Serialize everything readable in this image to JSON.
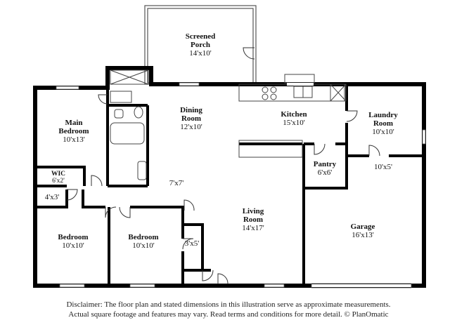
{
  "rooms": [
    {
      "id": "screened-porch",
      "name_lines": [
        "Screened",
        "Porch"
      ],
      "dims": "14'x10'"
    },
    {
      "id": "main-bedroom",
      "name_lines": [
        "Main",
        "Bedroom"
      ],
      "dims": "10'x13'"
    },
    {
      "id": "dining-room",
      "name_lines": [
        "Dining",
        "Room"
      ],
      "dims": "12'x10'"
    },
    {
      "id": "kitchen",
      "name_lines": [
        "Kitchen"
      ],
      "dims": "15'x10'"
    },
    {
      "id": "laundry-room",
      "name_lines": [
        "Laundry",
        "Room"
      ],
      "dims": "10'x10'"
    },
    {
      "id": "wic",
      "name_lines": [
        "WIC"
      ],
      "dims": "6'x2'"
    },
    {
      "id": "pantry",
      "name_lines": [
        "Pantry"
      ],
      "dims": "6'x6'"
    },
    {
      "id": "hall",
      "name_lines": [],
      "dims": "7'x7'"
    },
    {
      "id": "laundry-hall",
      "name_lines": [],
      "dims": "10'x5'"
    },
    {
      "id": "linen-closet",
      "name_lines": [],
      "dims": "4'x3'"
    },
    {
      "id": "living-room",
      "name_lines": [
        "Living",
        "Room"
      ],
      "dims": "14'x17'"
    },
    {
      "id": "garage",
      "name_lines": [
        "Garage"
      ],
      "dims": "16'x13'"
    },
    {
      "id": "bedroom-2",
      "name_lines": [
        "Bedroom"
      ],
      "dims": "10'x10'"
    },
    {
      "id": "bedroom-3",
      "name_lines": [
        "Bedroom"
      ],
      "dims": "10'x10'"
    },
    {
      "id": "closet",
      "name_lines": [],
      "dims": "3'x5'"
    }
  ],
  "disclaimer": {
    "line1": "Disclaimer: The floor plan and stated dimensions in this illustration serve as approximate measurements.",
    "line2": "Actual square footage and features may vary. Read terms and conditions for more detail. © PlanOmatic"
  }
}
